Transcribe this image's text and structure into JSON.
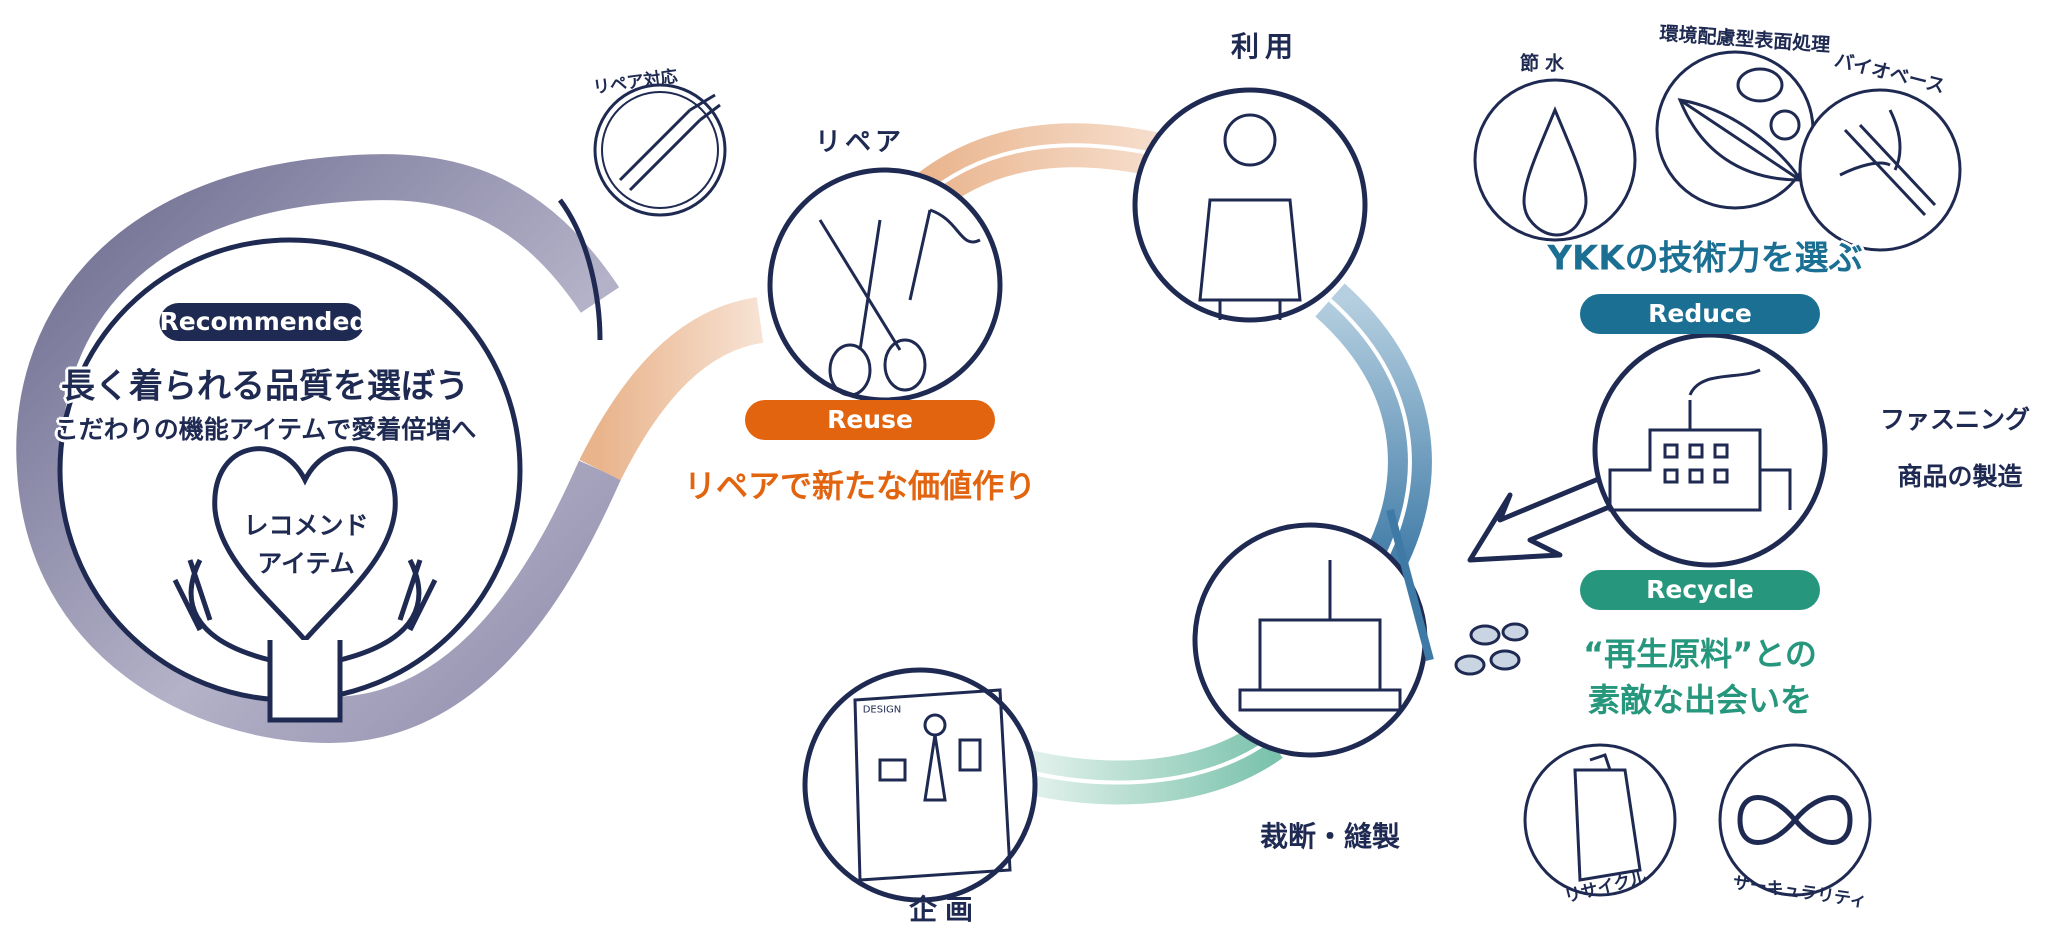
{
  "colors": {
    "navy": "#1f2a52",
    "orange": "#e2640f",
    "blue": "#1a6f93",
    "green": "#26977c"
  },
  "recommended": {
    "badge": "Recommended",
    "title": "長く着られる品質を選ぼう",
    "subtitle": "こだわりの機能アイテムで愛着倍増へ",
    "heart_line1": "レコメンド",
    "heart_line2": "アイテム"
  },
  "reuse": {
    "badge": "Reuse",
    "tagline": "リペアで新たな価値作り",
    "repair_label": "リペア",
    "repair_service_label": "リペア対応"
  },
  "cycle": {
    "use": "利用",
    "plan": "企画",
    "sewing": "裁断・縫製"
  },
  "reduce": {
    "headline": "YKKの技術力を選ぶ",
    "badge": "Reduce",
    "icons": [
      "節水",
      "環境配慮型表面処理",
      "バイオベース"
    ],
    "factory_line1": "ファスニング",
    "factory_line2": "商品の製造"
  },
  "recycle": {
    "badge": "Recycle",
    "line1": "“再生原料”との",
    "line2": "素敵な出会いを",
    "icons": [
      "リサイクル",
      "サーキュラリティ"
    ]
  },
  "design_sheet_label": "DESIGN"
}
